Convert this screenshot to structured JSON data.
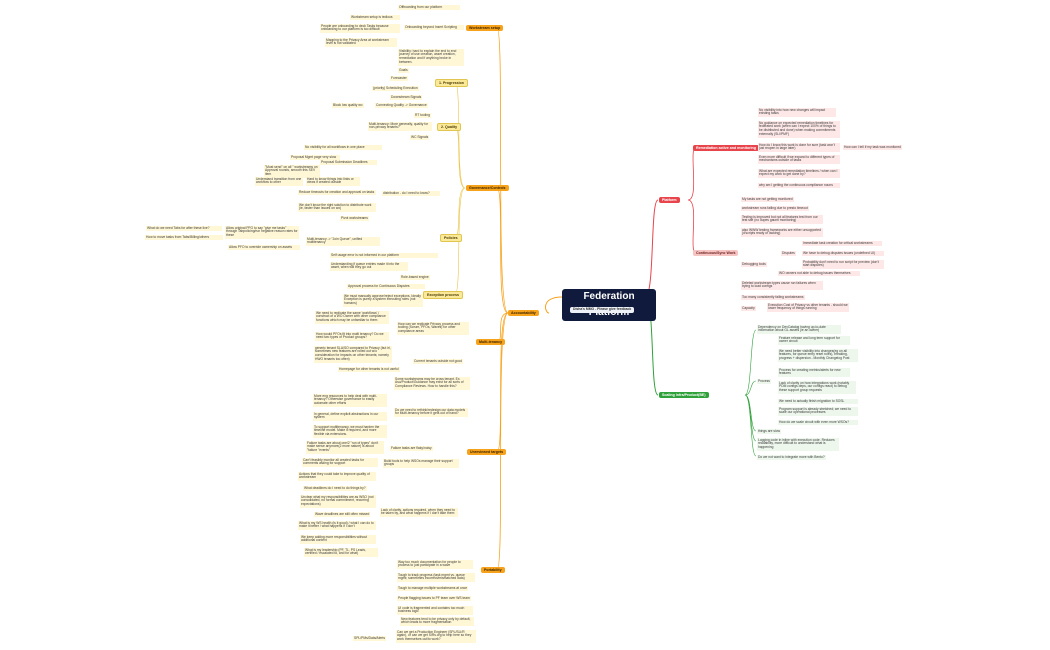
{
  "root": {
    "title": "Federation Platform",
    "subtitle": "Disha's MMO - Please give feedback"
  },
  "branches": {
    "accountability": "Accountability",
    "platform": "Platform",
    "scaling": "Scaling Infra/Product(BE)"
  },
  "left": {
    "workstream": {
      "label": "Workstream setup",
      "items": [
        "Offboarding from our platform",
        "Workstream setup is tedious",
        "Onboarding beyond Insert Scripting",
        "People are onboarding to deck Tasks because onboarding to our platform is too difficult",
        "Mapping to the Privacy Area at workstream level is not validated",
        "Visibility: hard to explain the end to end journey of use creation, asset creation, remediation and if anything broke in between."
      ]
    },
    "governance": {
      "label": "Governance/Controls",
      "progression": "1. Progression",
      "progression_items": [
        "Goals",
        "Forecaster",
        "(priority) Scheduling Execution",
        "Downstream Signals"
      ],
      "quality": "2. Quality",
      "quality_items": [
        "Connecting Quality -> Governance",
        "Block low quality wo",
        "RT tooling",
        "Multi-tenancy: More generally, quality for non-privacy tenants?",
        "WC Signals"
      ],
      "policies": "Policies",
      "distribution": "distribution - do I need to know?",
      "policies_items": [
        "No visibility for all workflows in one place",
        "Proposal Mgmt page very slow",
        "Proposal Submission Deadlines",
        "\"Must send\" on all \" workstreams on Approval rounds, smooth this SEV item",
        "Hard to know things into links or views if created outside",
        "Understand transition from one workflow to other",
        "Reduce timeouts for creation and approval on tasks",
        "We don't know the right solution to distribute work (ie, faster than issues on wo)",
        "Pivot workstreams",
        "Multi-tenancy -> \"Join Queue\", unified multitenancy",
        "Allow original PFG to say \"give me tasks\" through Tabpolicing/run negative reason rates for these",
        "What do we need Tabs for after these live?",
        "How to move tasks from Tabs/Billing/others",
        "Allow PFO to override ownership on assets",
        "Self usage error is not informed in our platform",
        "Understanding if queue entries made it into the asset, when will they go out",
        "Role-based engine",
        "Approval process for Continuous Disputes",
        "We must manually approve/reject exceptions. Ideally Exception is purely a system executing roles (not humans)"
      ],
      "exception": "Exception process"
    },
    "multienv": {
      "label": "Multi-tenancy",
      "items": [
        "We need to replicate the same 'workflows' / construct of a WO Owner with other compliance functions which may be unfamiliar to them",
        "How would PFOs fit into multi tenancy? Do we need two types of Product groups?",
        "How can we replicate Privacy process and tooling (Scrum, PFOs, Waves) for other compliance areas",
        "generic tenant SLA/SO compared to Privacy (but irl, sometimes new features are rolled out w/o consideration for impacts on other tenants; namely HWO tenants too often)",
        "Current tenants outside not good",
        "Homepage for other tenants is not useful",
        "Some workstreams may be cross tenant. Ex. Asu/Product/Guidance may exist for all sorts of Compliance Reviews. How to handle this?",
        "More eng resources to help deal with multi-tenancy? Otherwise governance to easily automate other efforts",
        "In general, define explicit abstractions in our system",
        "Do we need to rethink/redesign our data models for Multi-tenancy before it gets out of hand?",
        "To support multitenancy, we must harden the timeline model. Make it required, and more flexible via extensions."
      ]
    },
    "unreviewed": {
      "label": "Unreviewed targets",
      "items": [
        "Failure tasks are about one/2 \"run of types\" don't make sense anymore(2 more nature) is about \"failure \"events\"",
        "Failure tasks are flaky/noisy",
        "Can't feasibly monitor all created tasks for comments asking for support",
        "Build tools to help WSOs manage their support groups",
        "Actions that they could take to improve quality of workstream",
        "What deadlines do I need to do things by?",
        "Unclear what my responsibilities are as WSO (not consolidated, no formal commitment, recurring expectations)",
        "Lack of clarity, actions required, when they need to be taken by, and what happens if I don't take them",
        "Wave deadlines are still often missed",
        "What is my WS health (is it good) / what I can do to make it better / what happens if I don't",
        "We keep adding more responsibilities without additional context",
        "What is my leadership (PF, TL, PS Leads, certified / escalated to, and for what)"
      ]
    },
    "portability": {
      "label": "Portability",
      "items": [
        "Way too much documentation for people to process to just participate in a wave",
        "Tough to track progress (task mgmt vs. queue mgmt; sometimes incorrect/mismatched data)",
        "Tough to manage multiple workstreams at once",
        "People flagging issues to PF team over WS team",
        "UI code is fragmented and contains too much business logic",
        "New features tend to be privacy only by default, which leads to more fragmentation",
        "Can we get a Production Engineer (SPL/SLI/R again), or can we get SIRs.org to help here so they work themselves out/to work?",
        "SPL/PMs/Data/Alerts"
      ]
    }
  },
  "right": {
    "remediation": {
      "label": "Remediation active and monitoring",
      "items": [
        "No visibility into how new changes will impact existing tasks",
        "No guidance on expected remediation timelines for federated work (when can I expect 100% of things to be distributed and done) when making commitments externally (SLI/PMF)",
        "How do I know this work is done for sure (task won't just reopen in large later)",
        "How can I tell if my task was monitored",
        "Even more difficult if we expand to different types of mechanisms outside of tasks",
        "What are expected remediation timelines / when can I expect my work to get done by?",
        "why am I getting the continuous compliance nouns"
      ]
    },
    "continuous": {
      "label": "Continuous/Sync Work",
      "items": [
        "My tasks are not getting monitored",
        "workstream runs failing due to presto timeout",
        "Testing is improved but not all features test from our test site (no dupes gauntl monitoring)",
        "also WWW testing frameworks are either unsupported (d'scripts ready or lacking)",
        "Debugging tools",
        "Disputes",
        "Immediate task creation for critical workstreams",
        "We have to debug disputes issues (undefined UI)",
        "Probability don't need to run script for preview (don't start disputes)",
        "WO owners not able to debug issues themselves",
        "Deleted workstream types cause run failures when trying to load configs",
        "Too many consistently failing workstreams",
        "Capacity",
        "Execution Cost of Privacy vs other tenants - should we lower frequency of things running"
      ]
    },
    "scaling": {
      "items": [
        "Dependency on DevCatalog having up-to-date information about GL assets (ie an owner)",
        "Process",
        "Feature release and long term support for owner circuit",
        "We need better visibility into changes(eg on all features, for queue entry reset rules), breaking, progress + dispersion - Monthly Changelog Post",
        "Process for creating metrics/alerts for new features",
        "Lack of clarity on how integrations work (notably PDM configs deps, our configs react) to debug these support group requests",
        "We need to actually finish migration to SOSL",
        "Program support is already stretched; we need to scale our operational processes",
        "How do we scale circuit with even more WSOs?",
        "things are slow",
        "Logging code in inline with execution code. Reduces readability, more difficult to understand what is happening",
        "Do we not want to integrate more with Bento?"
      ]
    }
  },
  "colors": {
    "orange": "#f7a21b",
    "yellow": "#fbe99a",
    "red": "#e8444b",
    "pink": "#f6c4c2",
    "green": "#2fa13a",
    "root": "#0f1a3c"
  }
}
